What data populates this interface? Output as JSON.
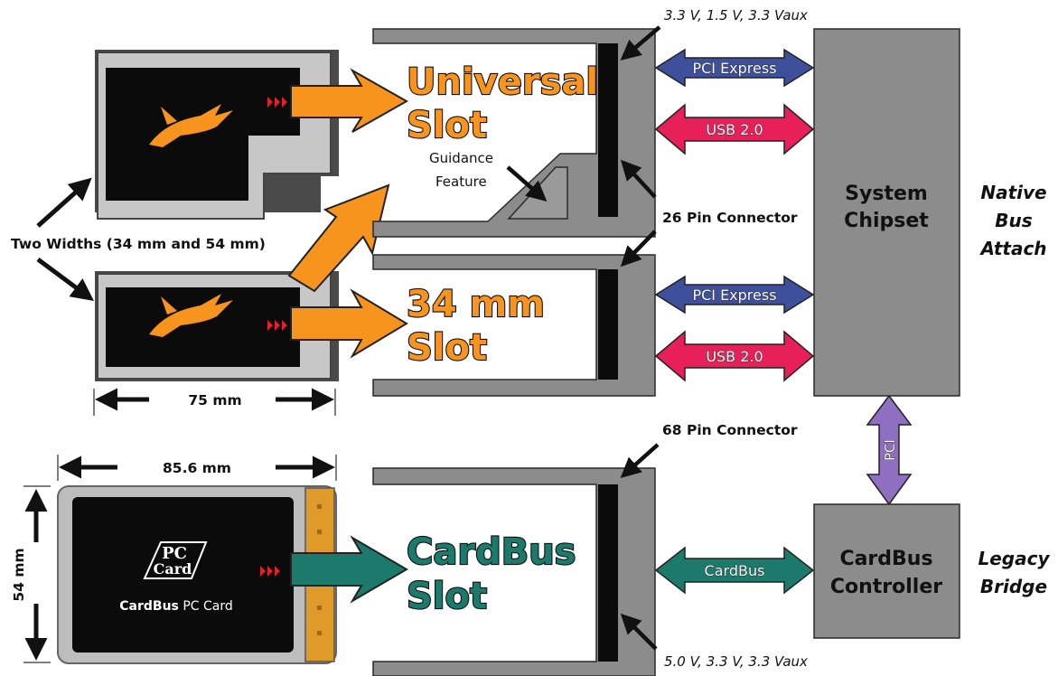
{
  "colors": {
    "orange": "#f7941e",
    "teal": "#1b7a6b",
    "pcie_blue": "#3e4f9c",
    "usb_red": "#e8205a",
    "pci_purple": "#8f6fc1",
    "gray": "#8c8c8c",
    "card_light": "#c7c7c7",
    "black": "#111111"
  },
  "cards": {
    "two_widths": "Two Widths (34 mm and 54 mm)",
    "length_75": "75 mm",
    "length_856": "85.6 mm",
    "height_54": "54 mm",
    "pc_card_logo_line1": "PC",
    "pc_card_logo_line2": "Card",
    "cardbus_caption_bold": "CardBus",
    "cardbus_caption_rest": " PC Card"
  },
  "slots": {
    "universal_line1": "Universal",
    "universal_line2": "Slot",
    "mm34_line1": "34 mm",
    "mm34_line2": "Slot",
    "cardbus_line1": "CardBus",
    "cardbus_line2": "Slot",
    "guidance_line1": "Guidance",
    "guidance_line2": "Feature"
  },
  "connectors": {
    "voltage_top": "3.3 V, 1.5 V, 3.3 Vaux",
    "pin26": "26 Pin Connector",
    "pin68": "68 Pin Connector",
    "voltage_bottom": "5.0 V, 3.3 V, 3.3 Vaux"
  },
  "buses": {
    "pcie_1": "PCI Express",
    "usb_1": "USB 2.0",
    "pcie_2": "PCI Express",
    "usb_2": "USB 2.0",
    "pci": "PCI",
    "cardbus": "CardBus"
  },
  "blocks": {
    "chipset_line1": "System",
    "chipset_line2": "Chipset",
    "controller_line1": "CardBus",
    "controller_line2": "Controller"
  },
  "side_labels": {
    "native_line1": "Native",
    "native_line2": "Bus",
    "native_line3": "Attach",
    "legacy_line1": "Legacy",
    "legacy_line2": "Bridge"
  }
}
